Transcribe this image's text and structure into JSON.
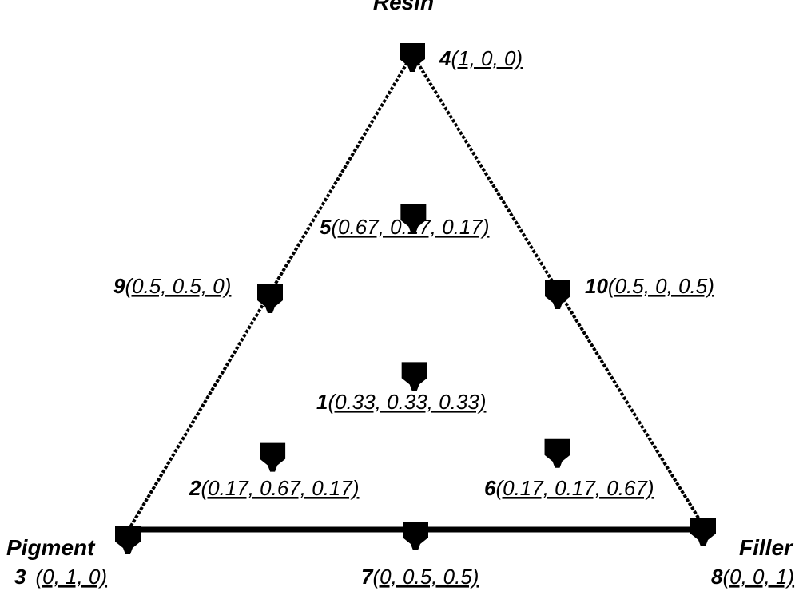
{
  "components": {
    "top": "Resin",
    "left": "Pigment",
    "right": "Filler"
  },
  "points": [
    {
      "id": "1",
      "composition": [
        0.33,
        0.33,
        0.33
      ],
      "label": "(0.33, 0.33, 0.33)"
    },
    {
      "id": "2",
      "composition": [
        0.17,
        0.67,
        0.17
      ],
      "label": "(0.17, 0.67, 0.17)"
    },
    {
      "id": "3",
      "composition": [
        0,
        1,
        0
      ],
      "label": "(0, 1, 0)"
    },
    {
      "id": "4",
      "composition": [
        1,
        0,
        0
      ],
      "label": "(1, 0, 0)"
    },
    {
      "id": "5",
      "composition": [
        0.67,
        0.17,
        0.17
      ],
      "label": "(0.67, 0.17, 0.17)"
    },
    {
      "id": "6",
      "composition": [
        0.17,
        0.17,
        0.67
      ],
      "label": "(0.17, 0.17, 0.67)"
    },
    {
      "id": "7",
      "composition": [
        0,
        0.5,
        0.5
      ],
      "label": "(0, 0.5, 0.5)"
    },
    {
      "id": "8",
      "composition": [
        0,
        0,
        1
      ],
      "label": "(0, 0, 1)"
    },
    {
      "id": "9",
      "composition": [
        0.5,
        0.5,
        0
      ],
      "label": "(0.5, 0.5, 0)"
    },
    {
      "id": "10",
      "composition": [
        0.5,
        0,
        0.5
      ],
      "label": "(0.5, 0, 0.5)"
    }
  ]
}
